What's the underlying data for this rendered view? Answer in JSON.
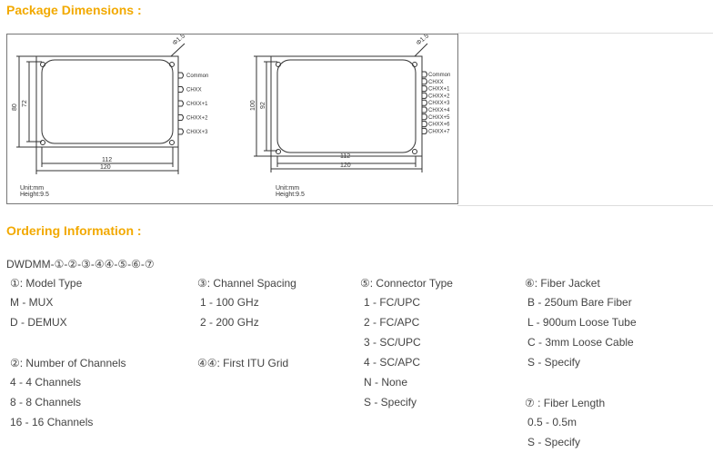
{
  "sections": {
    "package_title": "Package Dimensions :",
    "ordering_title": "Ordering Information :"
  },
  "drawing": {
    "left": {
      "port_label": "Φ1.5",
      "ports": [
        "Common",
        "CHXX",
        "CHXX+1",
        "CHXX+2",
        "CHXX+3"
      ],
      "dim_outer_h": "80",
      "dim_inner_h": "72",
      "dim_inner_w": "112",
      "dim_outer_w": "120",
      "unit": "Unit:mm",
      "height": "Height:9.5"
    },
    "right": {
      "port_label": "Φ1.5",
      "ports": [
        "Common",
        "CHXX",
        "CHXX+1",
        "CHXX+2",
        "CHXX+3",
        "CHXX+4",
        "CHXX+5",
        "CHXX+6",
        "CHXX+7"
      ],
      "dim_outer_h": "100",
      "dim_inner_h": "92",
      "dim_inner_w": "112",
      "dim_outer_w": "120",
      "unit": "Unit:mm",
      "height": "Height:9.5"
    }
  },
  "ordering": {
    "code": "DWDMM-①-②-③-④④-⑤-⑥-⑦",
    "col1": {
      "g1": [
        "①: Model Type",
        "M - MUX",
        "D - DEMUX"
      ],
      "g2": [
        "②: Number of Channels",
        "4 - 4 Channels",
        "8 - 8 Channels",
        "16 - 16 Channels"
      ]
    },
    "col2": {
      "g1": [
        "③: Channel Spacing",
        "1 - 100 GHz",
        "2 - 200 GHz"
      ],
      "g2": [
        "④④: First ITU Grid"
      ]
    },
    "col3": [
      "⑤: Connector Type",
      "1 - FC/UPC",
      "2 - FC/APC",
      "3 - SC/UPC",
      "4 - SC/APC",
      "N - None",
      "S - Specify"
    ],
    "col4": {
      "g1": [
        "⑥: Fiber Jacket",
        "B - 250um Bare Fiber",
        "L - 900um Loose Tube",
        "C - 3mm Loose Cable",
        "S - Specify"
      ],
      "g2": [
        "⑦ : Fiber Length",
        "0.5 - 0.5m",
        "S - Specify"
      ]
    }
  }
}
